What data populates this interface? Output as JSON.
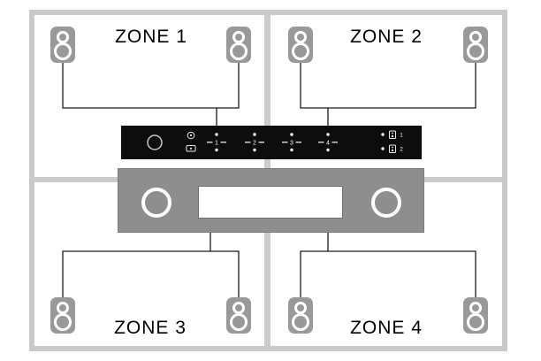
{
  "diagram": {
    "description": "Four-zone speaker wiring diagram: speaker selector and amplifier feeding speaker pairs in four rooms",
    "zones": [
      {
        "label": "ZONE 1",
        "speaker_count": 2
      },
      {
        "label": "ZONE 2",
        "speaker_count": 2
      },
      {
        "label": "ZONE 3",
        "speaker_count": 2
      },
      {
        "label": "ZONE 4",
        "speaker_count": 2
      }
    ],
    "selector": {
      "channel_labels": [
        "1",
        "2",
        "3",
        "4"
      ],
      "output_labels": [
        "1",
        "2"
      ],
      "icons": {
        "power_indicator": "circle-dot",
        "ir_sensor": "rect-dot",
        "speaker_output": "speaker-box"
      }
    },
    "colors": {
      "background": "#ffffff",
      "wall_gray": "#c9c9c9",
      "inner_wall_gray": "#cccccc",
      "amp_gray": "#8e8e8e",
      "speaker_gray": "#999999",
      "selector_black": "#0d0d0d",
      "wire_black": "#1a1a1a",
      "ring_white": "#ffffff"
    }
  }
}
